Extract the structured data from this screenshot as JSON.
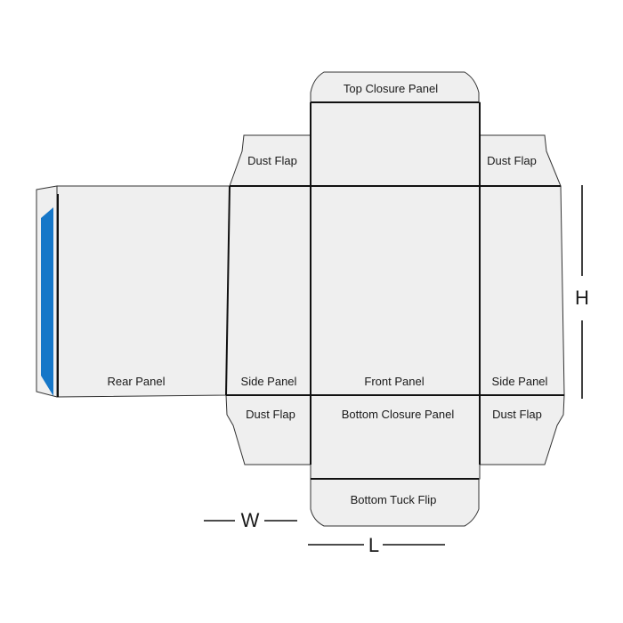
{
  "labels": {
    "top_closure": "Top Closure Panel",
    "dust_flap_top_left": "Dust Flap",
    "dust_flap_top_right": "Dust Flap",
    "rear_panel": "Rear Panel",
    "side_panel_left": "Side Panel",
    "front_panel": "Front Panel",
    "side_panel_right": "Side Panel",
    "dust_flap_bottom_left": "Dust Flap",
    "bottom_closure": "Bottom Closure Panel",
    "dust_flap_bottom_right": "Dust Flap",
    "bottom_tuck": "Bottom Tuck Flip"
  },
  "dimensions": {
    "width": "W",
    "length": "L",
    "height": "H"
  },
  "colors": {
    "panel_fill": "#efefef",
    "glue_strip": "#1677c8",
    "line": "#111111"
  }
}
